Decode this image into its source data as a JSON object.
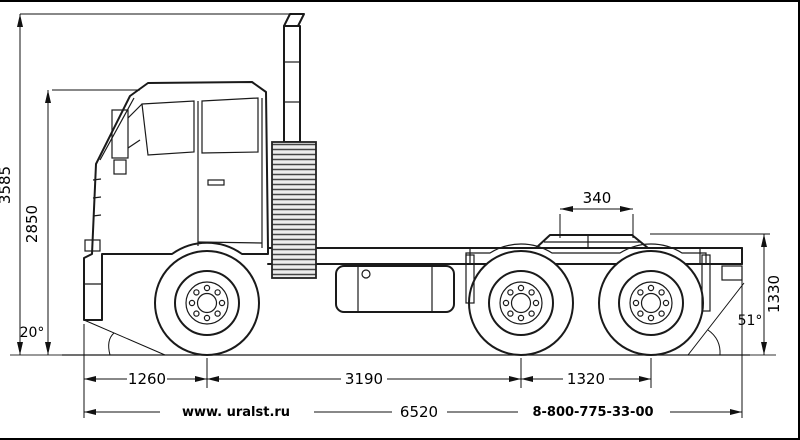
{
  "diagram": {
    "dimensions": {
      "overall_height": "3585",
      "cab_height": "2850",
      "fifth_wheel_offset": "340",
      "fifth_wheel_height": "1330",
      "approach_angle": "20°",
      "departure_angle": "51°",
      "front_overhang": "1260",
      "wheelbase": "3190",
      "bogie_spacing": "1320",
      "overall_length": "6520"
    },
    "footer": {
      "website": "www. uralst.ru",
      "phone": "8-800-775-33-00"
    }
  }
}
